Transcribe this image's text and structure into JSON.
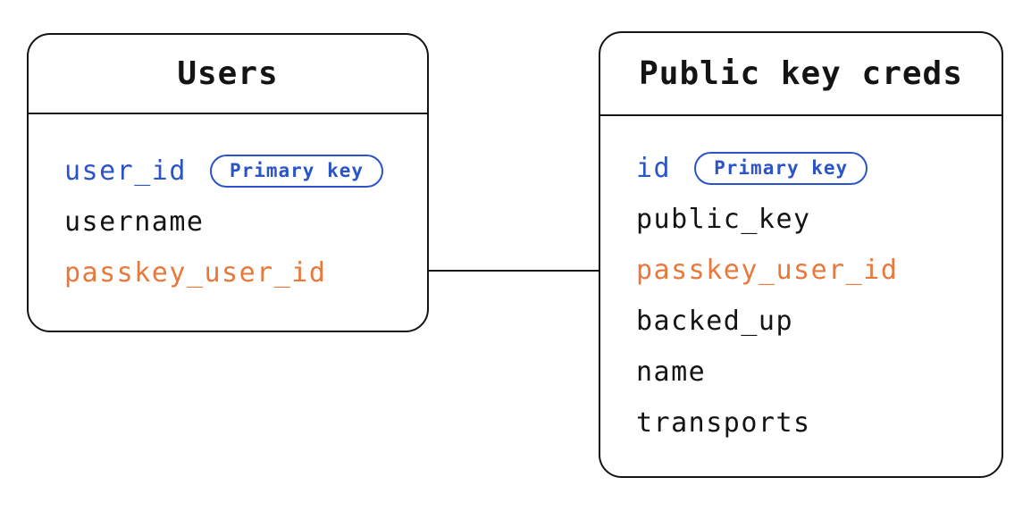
{
  "diagram": {
    "colors": {
      "background": "#ffffff",
      "stroke": "#141414",
      "blue": "#2b54c9",
      "orange": "#e8793d"
    },
    "tables": [
      {
        "title": "Users",
        "fields": [
          {
            "name": "user_id",
            "color": "blue",
            "badge": "Primary key"
          },
          {
            "name": "username",
            "color": "black"
          },
          {
            "name": "passkey_user_id",
            "color": "orange"
          }
        ]
      },
      {
        "title": "Public key creds",
        "fields": [
          {
            "name": "id",
            "color": "blue",
            "badge": "Primary key"
          },
          {
            "name": "public_key",
            "color": "black"
          },
          {
            "name": "passkey_user_id",
            "color": "orange"
          },
          {
            "name": "backed_up",
            "color": "black"
          },
          {
            "name": "name",
            "color": "black"
          },
          {
            "name": "transports",
            "color": "black"
          }
        ]
      }
    ],
    "relationship": {
      "from": "Users.passkey_user_id",
      "to": "Public key creds.passkey_user_id"
    }
  }
}
